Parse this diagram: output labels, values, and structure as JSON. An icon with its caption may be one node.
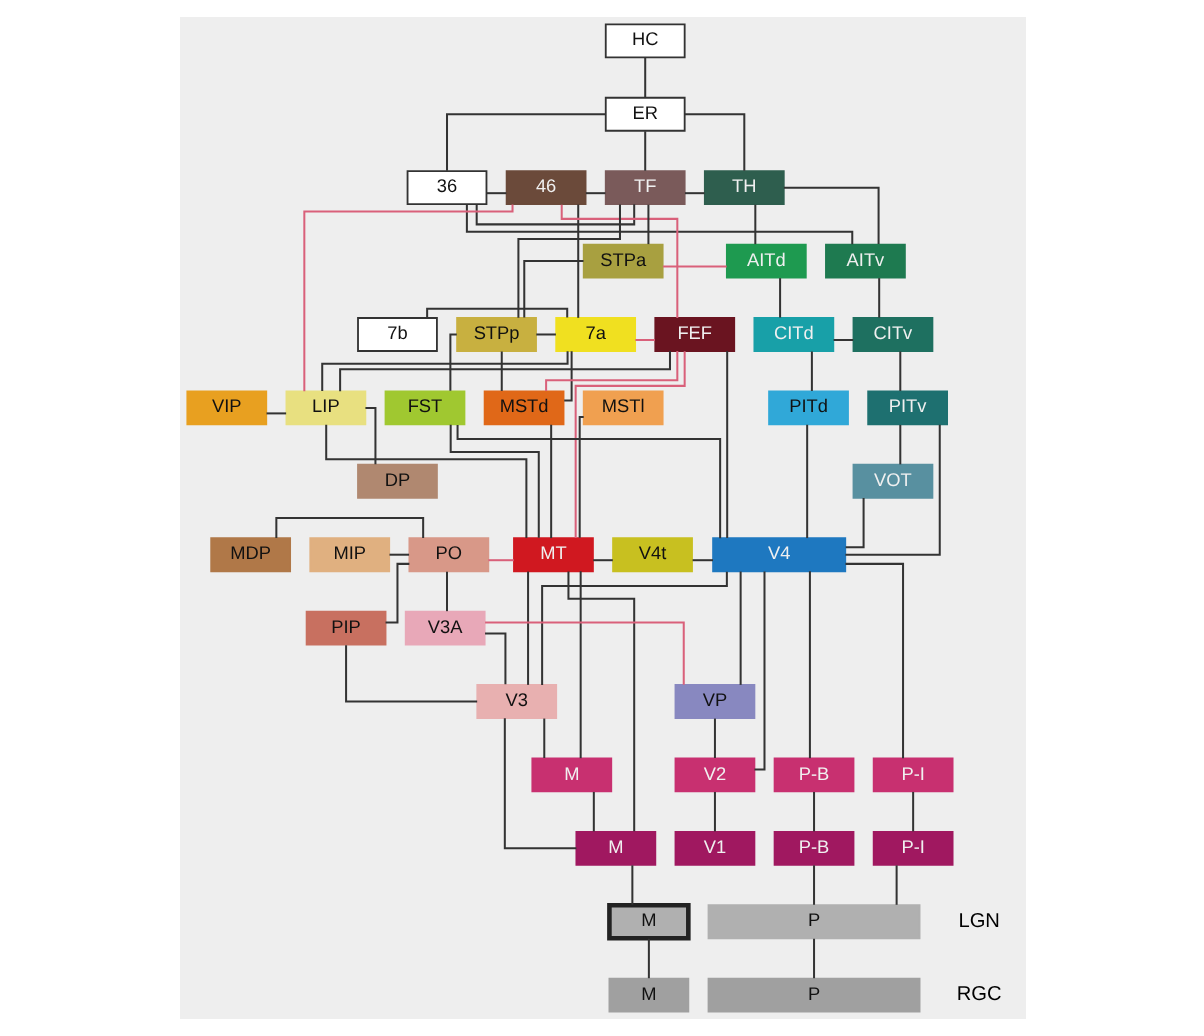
{
  "diagram": {
    "nodes": [
      {
        "text": [
          "HC"
        ]
      },
      {
        "text": [
          "ER"
        ]
      },
      {
        "text": [
          "36"
        ]
      },
      {
        "text": [
          "46"
        ]
      },
      {
        "text": [
          "TF"
        ]
      },
      {
        "text": [
          "TH"
        ]
      },
      {
        "text": [
          "STPa"
        ]
      },
      {
        "text": [
          "AITd"
        ]
      },
      {
        "text": [
          "AITv"
        ]
      },
      {
        "text": [
          "7b"
        ]
      },
      {
        "text": [
          "7a"
        ]
      },
      {
        "text": [
          "FEF"
        ]
      },
      {
        "text": [
          "STPp"
        ]
      },
      {
        "text": [
          "CITd"
        ]
      },
      {
        "text": [
          "CITv"
        ]
      },
      {
        "text": [
          "VIP"
        ]
      },
      {
        "text": [
          "LIP"
        ]
      },
      {
        "text": [
          "MSTd"
        ]
      },
      {
        "text": [
          "MSTl"
        ]
      },
      {
        "text": [
          "FST"
        ]
      },
      {
        "text": [
          "PITd"
        ]
      },
      {
        "text": [
          "PITv"
        ]
      },
      {
        "text": [
          "DP"
        ]
      },
      {
        "text": [
          "VOT"
        ]
      },
      {
        "text": [
          "MDP"
        ]
      },
      {
        "text": [
          "MIP"
        ]
      },
      {
        "text": [
          "PO"
        ]
      },
      {
        "text": [
          "MT"
        ]
      },
      {
        "text": [
          "V4t"
        ]
      },
      {
        "text": [
          "V4"
        ]
      },
      {
        "text": [
          "PIP"
        ]
      },
      {
        "text": [
          "V3A"
        ]
      },
      {
        "text": [
          "V3"
        ]
      },
      {
        "text": [
          "VP"
        ]
      },
      {
        "text": [
          "M"
        ]
      },
      {
        "text": [
          "V2"
        ]
      },
      {
        "text": [
          "P-B"
        ]
      },
      {
        "text": [
          "P-I"
        ]
      },
      {
        "text": [
          "M"
        ]
      },
      {
        "text": [
          "V1"
        ]
      },
      {
        "text": [
          "P-B"
        ]
      },
      {
        "text": [
          "P-I"
        ]
      },
      {
        "text": [
          "M"
        ]
      },
      {
        "text": [
          "P"
        ]
      },
      {
        "text": [
          "M"
        ]
      },
      {
        "text": [
          "P"
        ]
      }
    ],
    "edges": [
      {
        "from": 0,
        "to": 1,
        "arrow": "none"
      },
      {
        "from": 1,
        "to": 2,
        "arrow": "none"
      },
      {
        "from": 1,
        "to": 4,
        "arrow": "none"
      },
      {
        "from": 1,
        "to": 5,
        "arrow": "none"
      },
      {
        "from": 2,
        "to": 3,
        "arrow": "none"
      },
      {
        "from": 2,
        "to": 4,
        "arrow": "none"
      },
      {
        "from": 3,
        "to": 4,
        "arrow": "none"
      },
      {
        "from": 4,
        "to": 5,
        "arrow": "none"
      },
      {
        "from": 3,
        "to": 11,
        "arrow": "none",
        "color": "#d9607a"
      },
      {
        "from": 3,
        "to": 10,
        "arrow": "none"
      },
      {
        "from": 3,
        "to": 16,
        "arrow": "none",
        "color": "#d9607a"
      },
      {
        "from": 4,
        "to": 6,
        "arrow": "none"
      },
      {
        "from": 4,
        "to": 12,
        "arrow": "none"
      },
      {
        "from": 5,
        "to": 7,
        "arrow": "none"
      },
      {
        "from": 5,
        "to": 8,
        "arrow": "none"
      },
      {
        "from": 2,
        "to": 8,
        "arrow": "none"
      },
      {
        "from": 6,
        "to": 7,
        "arrow": "none",
        "color": "#d9607a"
      },
      {
        "from": 6,
        "to": 12,
        "arrow": "none"
      },
      {
        "from": 7,
        "to": 13,
        "arrow": "none"
      },
      {
        "from": 8,
        "to": 14,
        "arrow": "none"
      },
      {
        "from": 13,
        "to": 20,
        "arrow": "none"
      },
      {
        "from": 14,
        "to": 21,
        "arrow": "none"
      },
      {
        "from": 13,
        "to": 14,
        "arrow": "none"
      },
      {
        "from": 9,
        "to": 10,
        "arrow": "none"
      },
      {
        "from": 10,
        "to": 16,
        "arrow": "none"
      },
      {
        "from": 10,
        "to": 17,
        "arrow": "none"
      },
      {
        "from": 10,
        "to": 11,
        "arrow": "none",
        "color": "#d9607a"
      },
      {
        "from": 11,
        "to": 16,
        "arrow": "none"
      },
      {
        "from": 11,
        "to": 17,
        "arrow": "none",
        "color": "#d9607a"
      },
      {
        "from": 11,
        "to": 27,
        "arrow": "none",
        "color": "#d9607a"
      },
      {
        "from": 11,
        "to": 29,
        "arrow": "none"
      },
      {
        "from": 12,
        "to": 17,
        "arrow": "none"
      },
      {
        "from": 12,
        "to": 19,
        "arrow": "none"
      },
      {
        "from": 12,
        "to": 10,
        "arrow": "none"
      },
      {
        "from": 15,
        "to": 16,
        "arrow": "none"
      },
      {
        "from": 16,
        "to": 22,
        "arrow": "none"
      },
      {
        "from": 16,
        "to": 27,
        "arrow": "none"
      },
      {
        "from": 17,
        "to": 27,
        "arrow": "none"
      },
      {
        "from": 18,
        "to": 27,
        "arrow": "none"
      },
      {
        "from": 19,
        "to": 27,
        "arrow": "none"
      },
      {
        "from": 19,
        "to": 29,
        "arrow": "none"
      },
      {
        "from": 20,
        "to": 29,
        "arrow": "none"
      },
      {
        "from": 21,
        "to": 29,
        "arrow": "none"
      },
      {
        "from": 21,
        "to": 23,
        "arrow": "none"
      },
      {
        "from": 23,
        "to": 29,
        "arrow": "none"
      },
      {
        "from": 24,
        "to": 26,
        "arrow": "none"
      },
      {
        "from": 25,
        "to": 26,
        "arrow": "none"
      },
      {
        "from": 26,
        "to": 27,
        "arrow": "none",
        "color": "#d9607a"
      },
      {
        "from": 26,
        "to": 31,
        "arrow": "none"
      },
      {
        "from": 27,
        "to": 28,
        "arrow": "none"
      },
      {
        "from": 28,
        "to": 29,
        "arrow": "none"
      },
      {
        "from": 27,
        "to": 32,
        "arrow": "none"
      },
      {
        "from": 27,
        "to": 34,
        "arrow": "none"
      },
      {
        "from": 29,
        "to": 35,
        "arrow": "none"
      },
      {
        "from": 29,
        "to": 32,
        "arrow": "none"
      },
      {
        "from": 29,
        "to": 33,
        "arrow": "none"
      },
      {
        "from": 30,
        "to": 32,
        "arrow": "none"
      },
      {
        "from": 26,
        "to": 30,
        "arrow": "none"
      },
      {
        "from": 31,
        "to": 32,
        "arrow": "none"
      },
      {
        "from": 31,
        "to": 33,
        "arrow": "none",
        "color": "#d9607a"
      },
      {
        "from": 33,
        "to": 35,
        "arrow": "none"
      },
      {
        "from": 32,
        "to": 34,
        "arrow": "none"
      },
      {
        "from": 32,
        "to": 38,
        "arrow": "none"
      },
      {
        "from": 27,
        "to": 38,
        "arrow": "none"
      },
      {
        "from": 29,
        "to": 36,
        "arrow": "none"
      },
      {
        "from": 29,
        "to": 37,
        "arrow": "none"
      },
      {
        "from": 34,
        "to": 38,
        "arrow": "none"
      },
      {
        "from": 35,
        "to": 39,
        "arrow": "none"
      },
      {
        "from": 36,
        "to": 40,
        "arrow": "none"
      },
      {
        "from": 37,
        "to": 41,
        "arrow": "none"
      },
      {
        "from": 38,
        "to": 42,
        "arrow": "none"
      },
      {
        "from": 40,
        "to": 43,
        "arrow": "none"
      },
      {
        "from": 41,
        "to": 43,
        "arrow": "none"
      },
      {
        "from": 42,
        "to": 44,
        "arrow": "none"
      },
      {
        "from": 43,
        "to": 45,
        "arrow": "none"
      }
    ],
    "labels": [
      "LGN",
      "RGC"
    ]
  }
}
